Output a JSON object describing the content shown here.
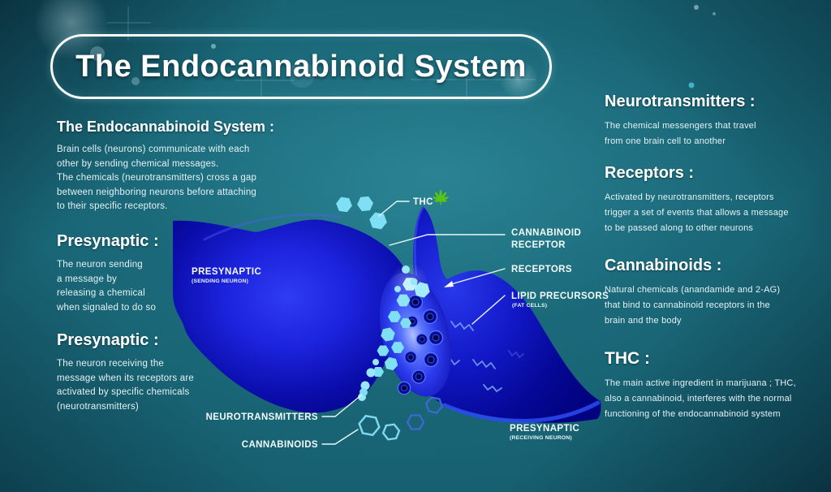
{
  "title": "The Endocannabinoid System",
  "left_column": {
    "sections": [
      {
        "heading": "The Endocannabinoid System :",
        "body": "Brain cells (neurons) communicate with each\nother by sending chemical messages.\nThe chemicals (neurotransmitters) cross a gap\nbetween neighboring neurons before attaching\nto their specific receptors."
      },
      {
        "heading": "Presynaptic :",
        "body": "The neuron sending\na message by\nreleasing a chemical\nwhen signaled to do so"
      },
      {
        "heading": "Presynaptic :",
        "body": "The neuron  receiving the\nmessage when its receptors are\nactivated by specific chemicals\n(neurotransmitters)"
      }
    ]
  },
  "right_column": {
    "sections": [
      {
        "heading": "Neurotransmitters :",
        "body": "The chemical messengers that travel\nfrom one brain cell to another"
      },
      {
        "heading": "Receptors :",
        "body": "Activated by neurotransmitters, receptors\ntrigger a set of events that allows a message\nto be passed along to other neurons"
      },
      {
        "heading": "Cannabinoids :",
        "body": "Natural chemicals (anandamide and 2-AG)\nthat bind to cannabinoid receptors in the\nbrain and the body"
      },
      {
        "heading": "THC :",
        "body": "The main active ingredient in marijuana ; THC,\nalso a cannabinoid, interferes with the normal\nfunctioning of the endocannabinoid system"
      }
    ]
  },
  "diagram": {
    "labels": {
      "thc": "THC",
      "cannabinoid_receptor_line1": "CANNABINOID",
      "cannabinoid_receptor_line2": "RECEPTOR",
      "receptors": "RECEPTORS",
      "lipid_precursors": "LIPID PRECURSORS",
      "lipid_precursors_sub": "(FAT CELLS)",
      "neurotransmitters": "NEUROTRANSMITTERS",
      "cannabinoids": "CANNABINOIDS",
      "presynaptic_sending": "PRESYNAPTIC",
      "presynaptic_sending_sub": "(SENDING NEURON)",
      "presynaptic_receiving": "PRESYNAPTIC",
      "presynaptic_receiving_sub": "(RECEIVING NEURON)"
    },
    "icons": {
      "thc_leaf": "cannabis-leaf-icon"
    }
  },
  "colors": {
    "background_center": "#1e7282",
    "background_edge": "#082f3e",
    "neuron_blue": "#1c23dc",
    "neuron_dark": "#03037c",
    "synapse_face_blue": "#2d3ef0",
    "molecule_cyan": "#7fdff5",
    "leaf_green": "#57c517",
    "heading_white": "#ffffff",
    "body_text": "#e6f2f5"
  }
}
